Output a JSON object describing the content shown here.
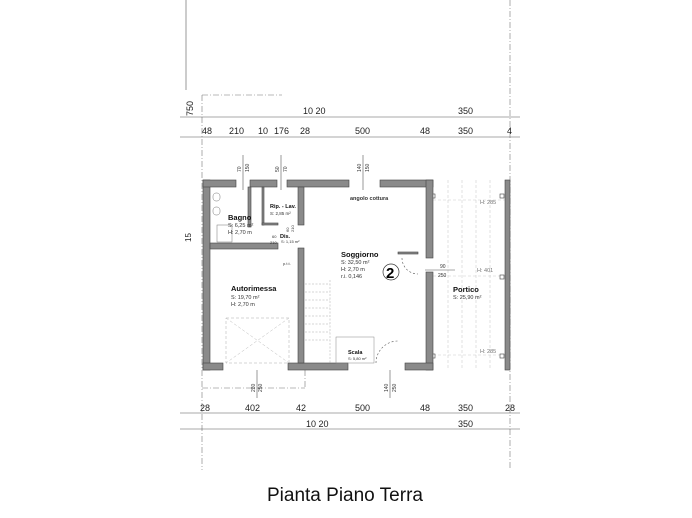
{
  "title": "Pianta Piano Terra",
  "height_dimension": "750",
  "top_dimensions": {
    "overall": [
      "10 20",
      "350"
    ],
    "detail": [
      "48",
      "210",
      "10",
      "176",
      "28",
      "500",
      "48",
      "350",
      "4"
    ]
  },
  "bottom_dimensions": {
    "detail": [
      "28",
      "402",
      "42",
      "500",
      "48",
      "350",
      "28"
    ],
    "overall": [
      "10 20",
      "350"
    ]
  },
  "openings": {
    "top_window_1": [
      "70",
      "150"
    ],
    "top_window_2": [
      "50",
      "70"
    ],
    "top_window_3": [
      "140",
      "150"
    ],
    "bottom_garage": [
      "280",
      "250"
    ],
    "bottom_door": [
      "140",
      "250"
    ],
    "right_door": [
      "90",
      "250"
    ],
    "left_marker": "15",
    "dis_door_1": [
      "60",
      "210"
    ],
    "dis_door_2": [
      "60",
      "210"
    ]
  },
  "rooms": {
    "bagno": {
      "name": "Bagno",
      "area": "S: 6,25 m²",
      "height": "H: 2,70 m"
    },
    "rip_lav": {
      "name": "Rip. - Lav.",
      "area": "S: 2,85 m²"
    },
    "dis": {
      "name": "Dis.",
      "area": "S: 1,15 m²",
      "note": "p.t.t."
    },
    "soggiorno": {
      "name": "Soggiorno",
      "area": "S: 32,50 m²",
      "height": "H: 2,70 m",
      "ri": "r.i. 0,146",
      "kitchen": "angolo cottura"
    },
    "autorimessa": {
      "name": "Autorimessa",
      "area": "S: 19,70 m²",
      "height": "H: 2,70 m"
    },
    "scala": {
      "name": "Scala",
      "area": "S: 5,80 m²"
    },
    "portico": {
      "name": "Portico",
      "area": "S: 25,90 m²",
      "heights": [
        "H: 285",
        "H: 401",
        "H: 285"
      ]
    }
  },
  "unit_marker": "2"
}
